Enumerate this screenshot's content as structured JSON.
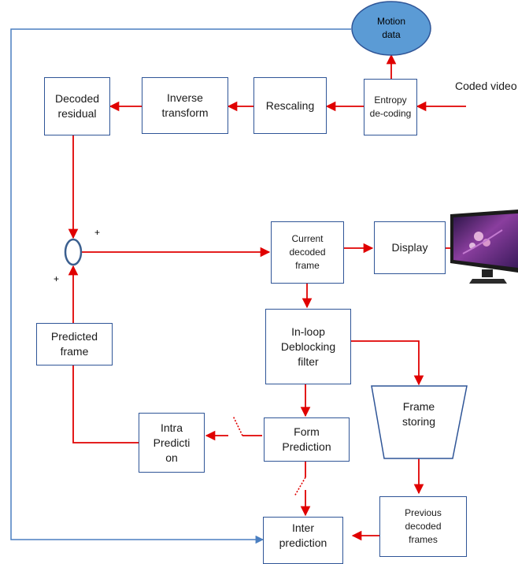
{
  "blocks": {
    "motion_data": "Motion\ndata",
    "entropy": "Entropy\nde-coding",
    "rescaling": "Rescaling",
    "inverse": "Inverse\ntransform",
    "decoded_residual": "Decoded\nresidual",
    "current_frame": "Current\ndecoded\nframe",
    "display": "Display",
    "deblocking": "In-loop\nDeblocking\nfilter",
    "predicted_frame": "Predicted\nframe",
    "frame_storing": "Frame\nstoring",
    "intra": "Intra\nPredicti\non",
    "form_prediction": "Form\nPrediction",
    "previous_frames": "Previous\ndecoded\nframes",
    "inter": "Inter\nprediction"
  },
  "labels": {
    "coded_video": "Coded video",
    "plus_top": "+",
    "plus_left": "+"
  },
  "colors": {
    "data_flow": "#e00000",
    "motion_flow": "#4a7fc1",
    "box_border": "#2f5597",
    "ellipse_fill": "#5b9bd5"
  },
  "icons": {
    "display_device": "monitor-icon"
  }
}
